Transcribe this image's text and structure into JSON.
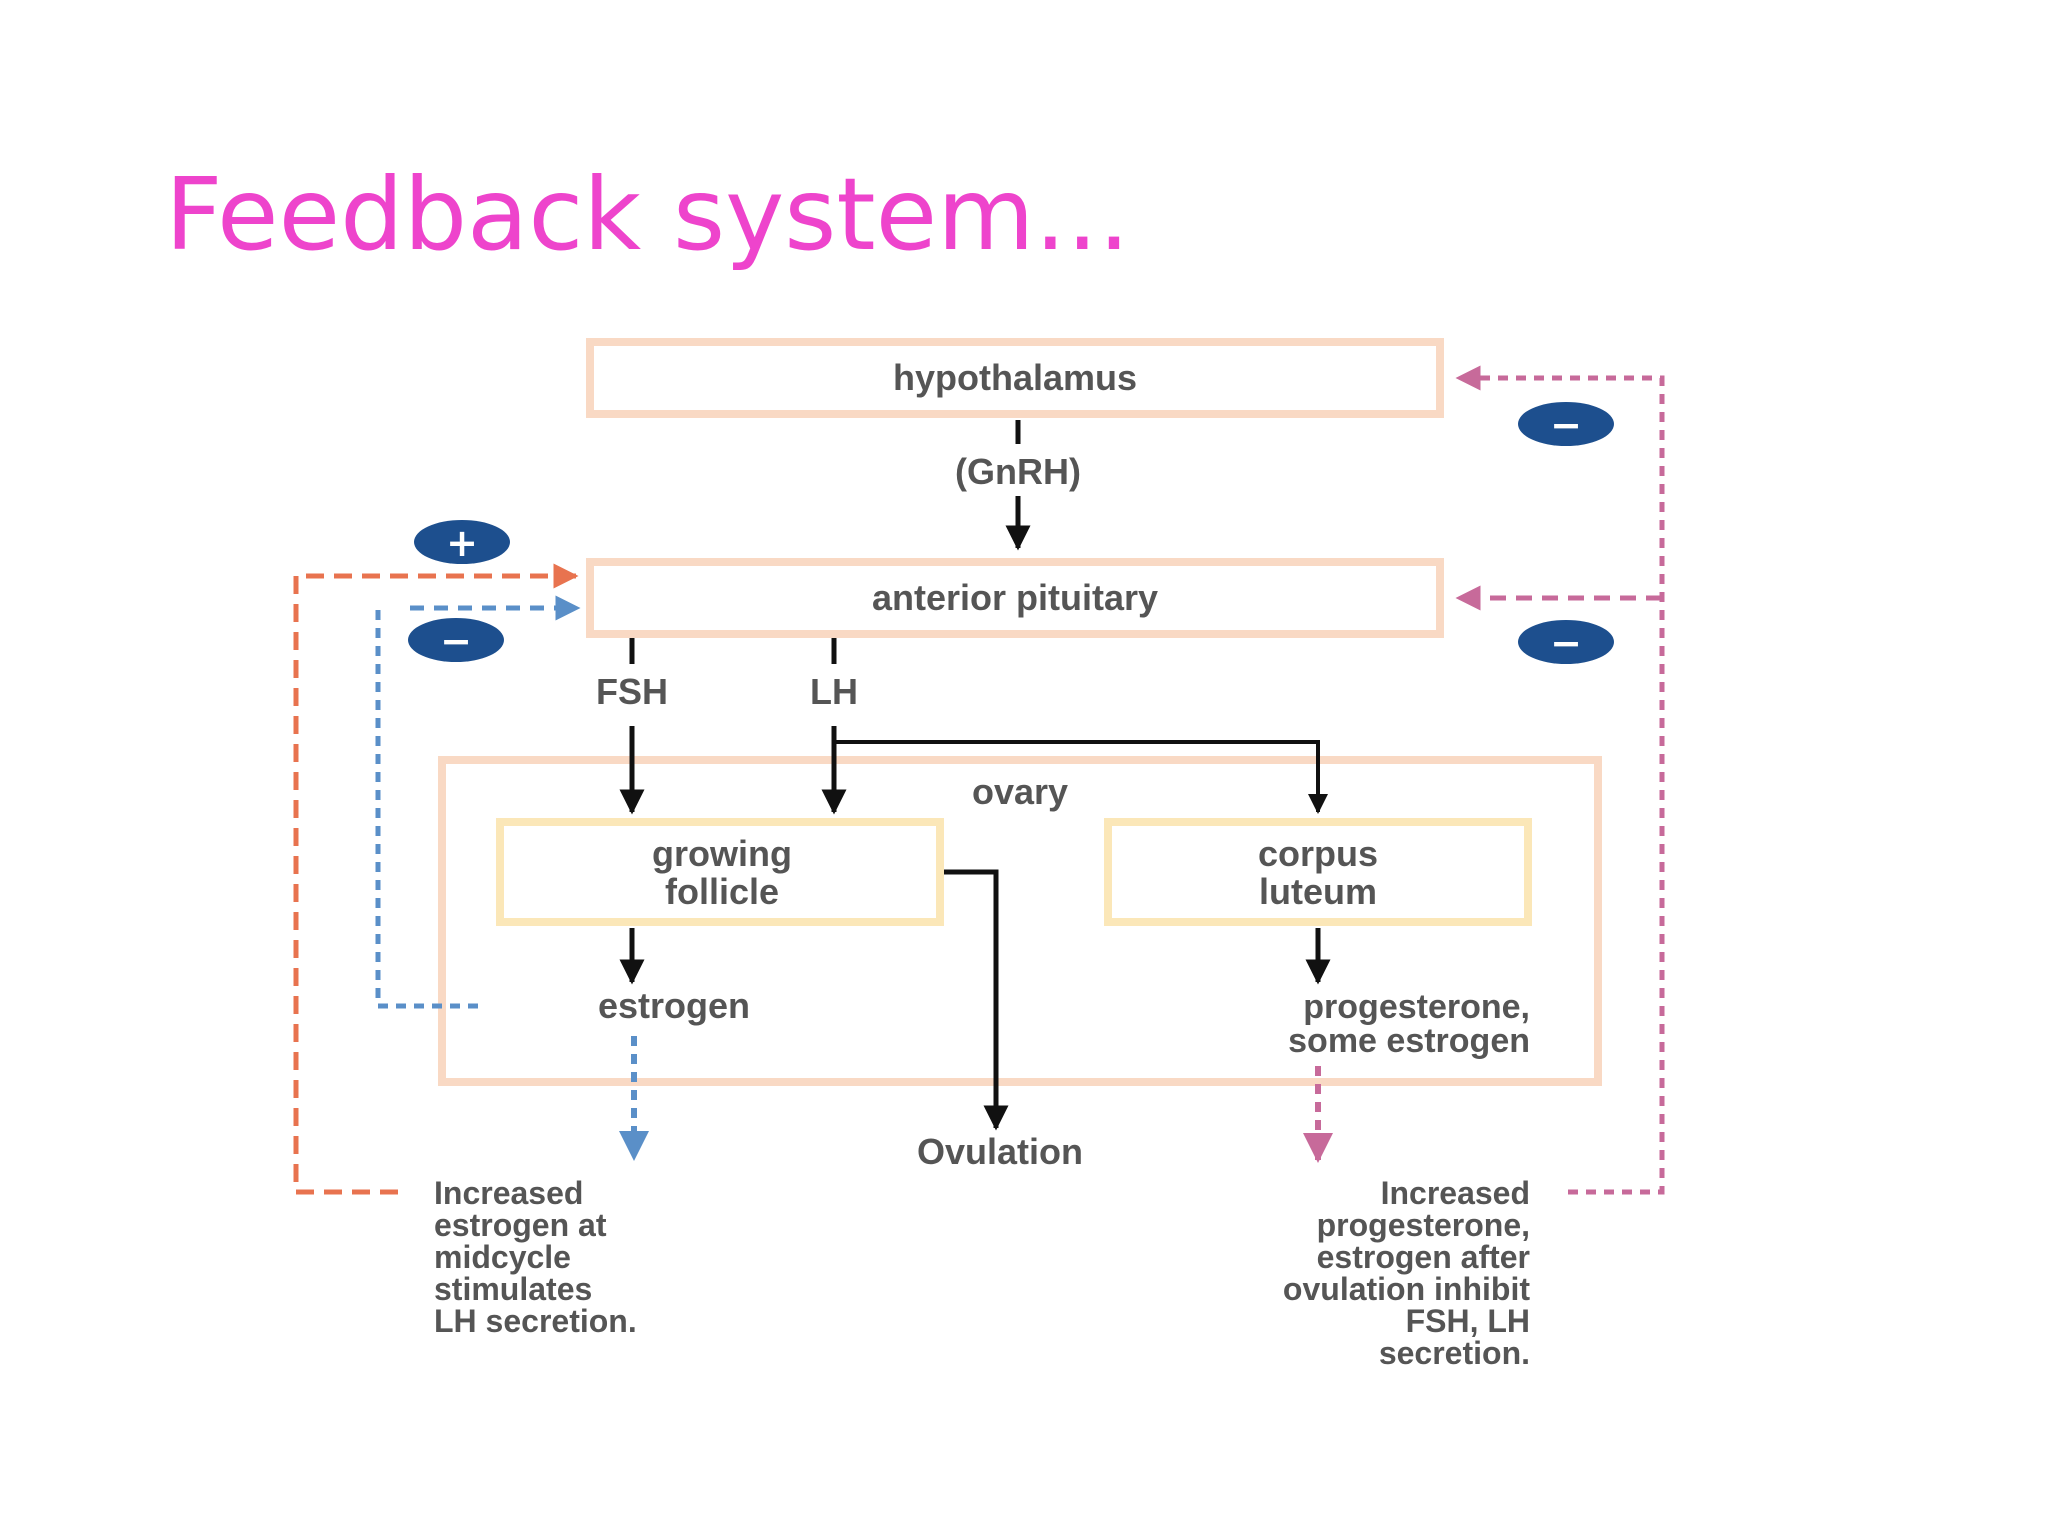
{
  "slide": {
    "title": "Feedback system...",
    "title_color": "#ee44cc"
  },
  "diagram": {
    "nodes": {
      "hypothalamus": "hypothalamus",
      "gnrh": "(GnRH)",
      "anterior_pituitary": "anterior pituitary",
      "fsh": "FSH",
      "lh": "LH",
      "ovary": "ovary",
      "growing_follicle": [
        "growing",
        "follicle"
      ],
      "corpus_luteum": [
        "corpus",
        "luteum"
      ],
      "estrogen": "estrogen",
      "progesterone": [
        "progesterone,",
        "some estrogen"
      ],
      "ovulation": "Ovulation"
    },
    "notes": {
      "left": [
        "Increased",
        "estrogen at",
        "midcycle",
        "stimulates",
        "LH secretion."
      ],
      "right": [
        "Increased",
        "progesterone,",
        "estrogen after",
        "ovulation inhibit",
        "FSH, LH",
        "secretion."
      ]
    },
    "signs": {
      "plus": "+",
      "minus": "−"
    },
    "colors": {
      "box_border": "#f9d9c4",
      "inner_box_border": "#fbe7b8",
      "arrow": "#111111",
      "text": "#555555",
      "positive_feedback": "#e8734f",
      "estrogen_feedback": "#5a8fc8",
      "progesterone_feedback": "#c76a9a",
      "sign_fill": "#1d4f8e"
    }
  }
}
